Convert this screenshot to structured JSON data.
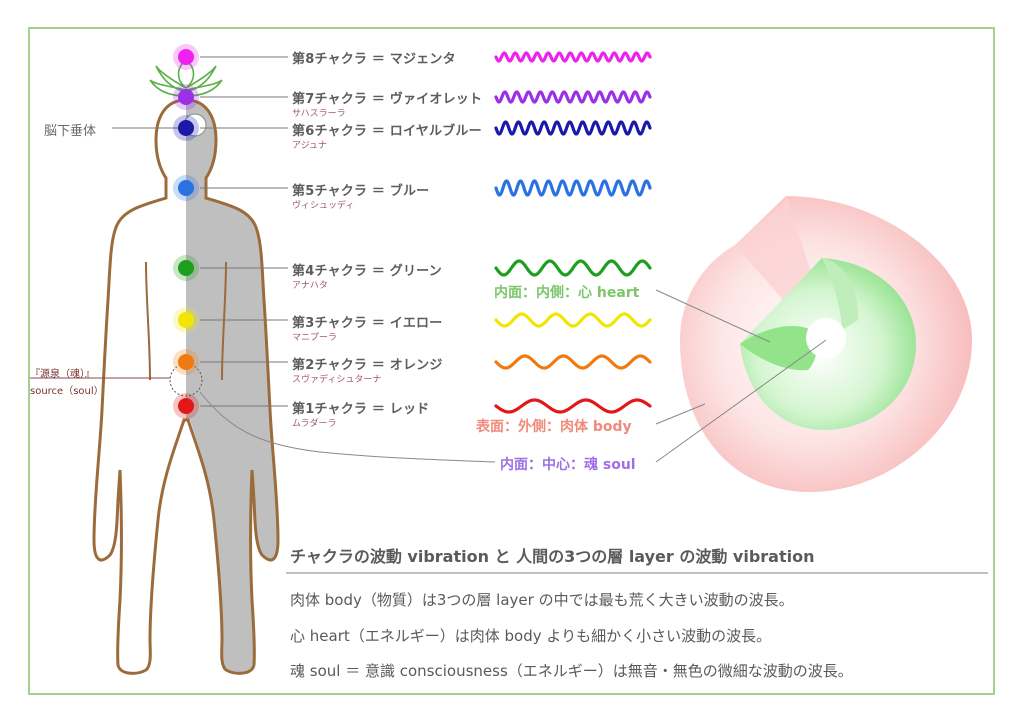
{
  "title": "チャクラの波動 vibration と 人間の3つの層 layer の波動 vibration",
  "body_lines": [
    "肉体 body（物質）は3つの層 layer の中では最も荒く大きい波動の波長。",
    "心 heart（エネルギー）は肉体 body よりも細かく小さい波動の波長。",
    "魂 soul ＝ 意識 consciousness（エネルギー）は無音・無色の微細な波動の波長。"
  ],
  "pituitary_label": "脳下垂体",
  "source": {
    "jp": "『源泉（魂）』",
    "en": "source（soul）"
  },
  "chakras": [
    {
      "name": "第8チャクラ ＝ マジェンタ",
      "sub": "",
      "color": "#ee22ee",
      "waves": 14,
      "amp": 4
    },
    {
      "name": "第7チャクラ ＝ ヴァイオレット",
      "sub": "サハスラーラ",
      "color": "#9b30e6",
      "waves": 13,
      "amp": 5
    },
    {
      "name": "第6チャクラ ＝ ロイヤルブルー",
      "sub": "アジュナ",
      "color": "#1a1aa8",
      "waves": 12,
      "amp": 6
    },
    {
      "name": "第5チャクラ ＝ ブルー",
      "sub": "ヴィシュッディ",
      "color": "#2a72e0",
      "waves": 11,
      "amp": 7
    },
    {
      "name": "第4チャクラ ＝ グリーン",
      "sub": "アナハタ",
      "color": "#1e9e1e",
      "waves": 5,
      "amp": 7
    },
    {
      "name": "第3チャクラ ＝ イエロー",
      "sub": "マニプーラ",
      "color": "#f2e600",
      "waves": 4.5,
      "amp": 6
    },
    {
      "name": "第2チャクラ ＝ オレンジ",
      "sub": "スヴァディシュターナ",
      "color": "#f07a10",
      "waves": 4,
      "amp": 6
    },
    {
      "name": "第1チャクラ ＝ レッド",
      "sub": "ムラダーラ",
      "color": "#e21818",
      "waves": 3,
      "amp": 6
    }
  ],
  "layers": {
    "heart": {
      "label": "内面：内側：心 heart",
      "color": "#7cc66a"
    },
    "body": {
      "label": "表面：外側：肉体 body",
      "color": "#f08a7a"
    },
    "soul": {
      "label": "内面：中心：魂 soul",
      "color": "#a06fe6"
    }
  }
}
